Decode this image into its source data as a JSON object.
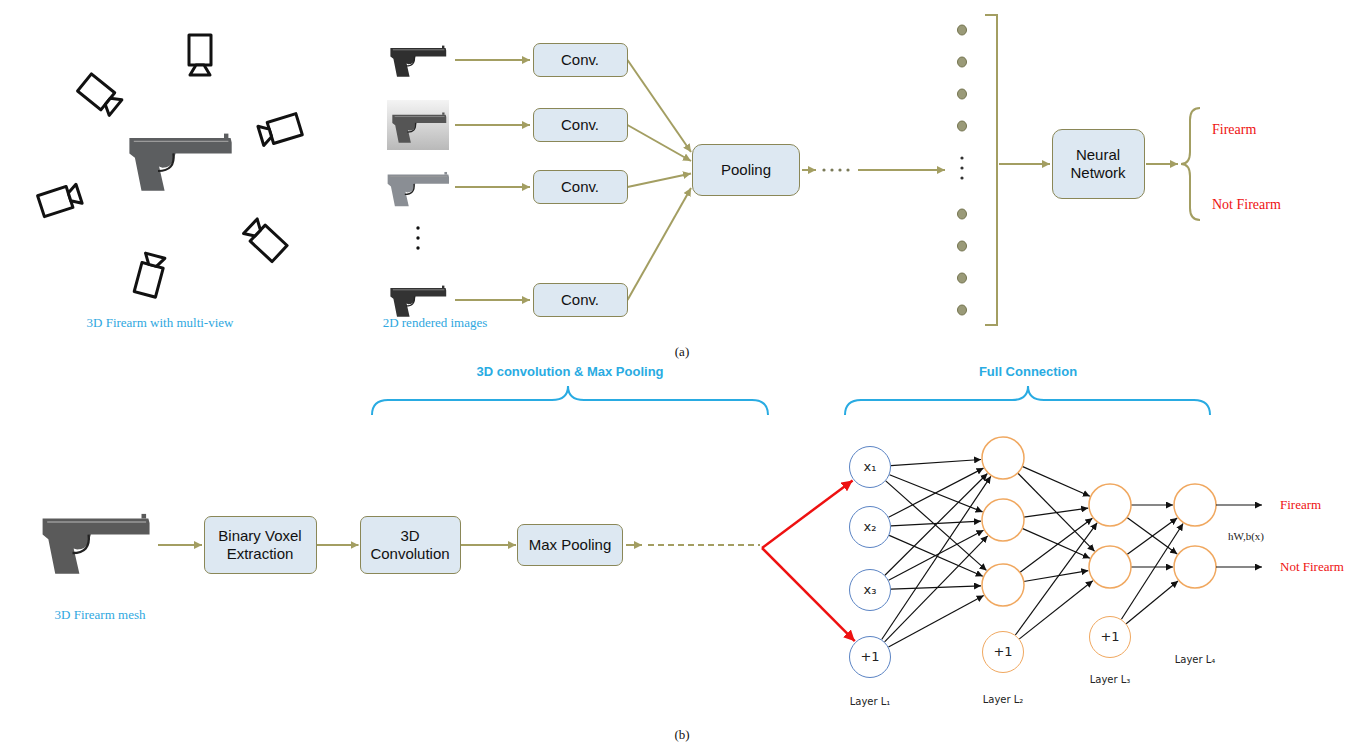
{
  "diagram": {
    "nodes": [
      {
        "text": [
          "Conv."
        ]
      },
      {
        "text": [
          "Conv."
        ]
      },
      {
        "text": [
          "Conv."
        ]
      },
      {
        "text": [
          "Conv."
        ]
      },
      {
        "text": [
          "Pooling"
        ]
      },
      {
        "text": [
          "Neural Network"
        ]
      },
      {
        "text": [
          "Binary Voxel Extraction"
        ]
      },
      {
        "text": [
          "3D Convolution"
        ]
      },
      {
        "text": [
          "Max Pooling"
        ]
      },
      {
        "text": [
          "x₁"
        ]
      },
      {
        "text": [
          "x₂"
        ]
      },
      {
        "text": [
          "x₃"
        ]
      },
      {
        "text": [
          "+1"
        ]
      },
      {
        "text": [
          "+1"
        ]
      },
      {
        "text": [
          "+1"
        ]
      }
    ],
    "edges": [
      {
        "from": 0,
        "to": 4,
        "arrow": "to"
      },
      {
        "from": 1,
        "to": 4,
        "arrow": "to"
      },
      {
        "from": 2,
        "to": 4,
        "arrow": "to"
      },
      {
        "from": 3,
        "to": 4,
        "arrow": "to"
      },
      {
        "from": 6,
        "to": 7,
        "arrow": "to"
      },
      {
        "from": 7,
        "to": 8,
        "arrow": "to"
      }
    ],
    "labels": [
      "3D Firearm with multi-view",
      "2D rendered images",
      "Firearm",
      "Not Firearm",
      "(a)",
      "3D convolution & Max Pooling",
      "Full Connection",
      "3D Firearm mesh",
      "Layer L₁",
      "Layer L₂",
      "Layer L₃",
      "Layer L₄",
      "hW,b(x)",
      "Firearm",
      "Not Firearm",
      "(b)"
    ]
  }
}
